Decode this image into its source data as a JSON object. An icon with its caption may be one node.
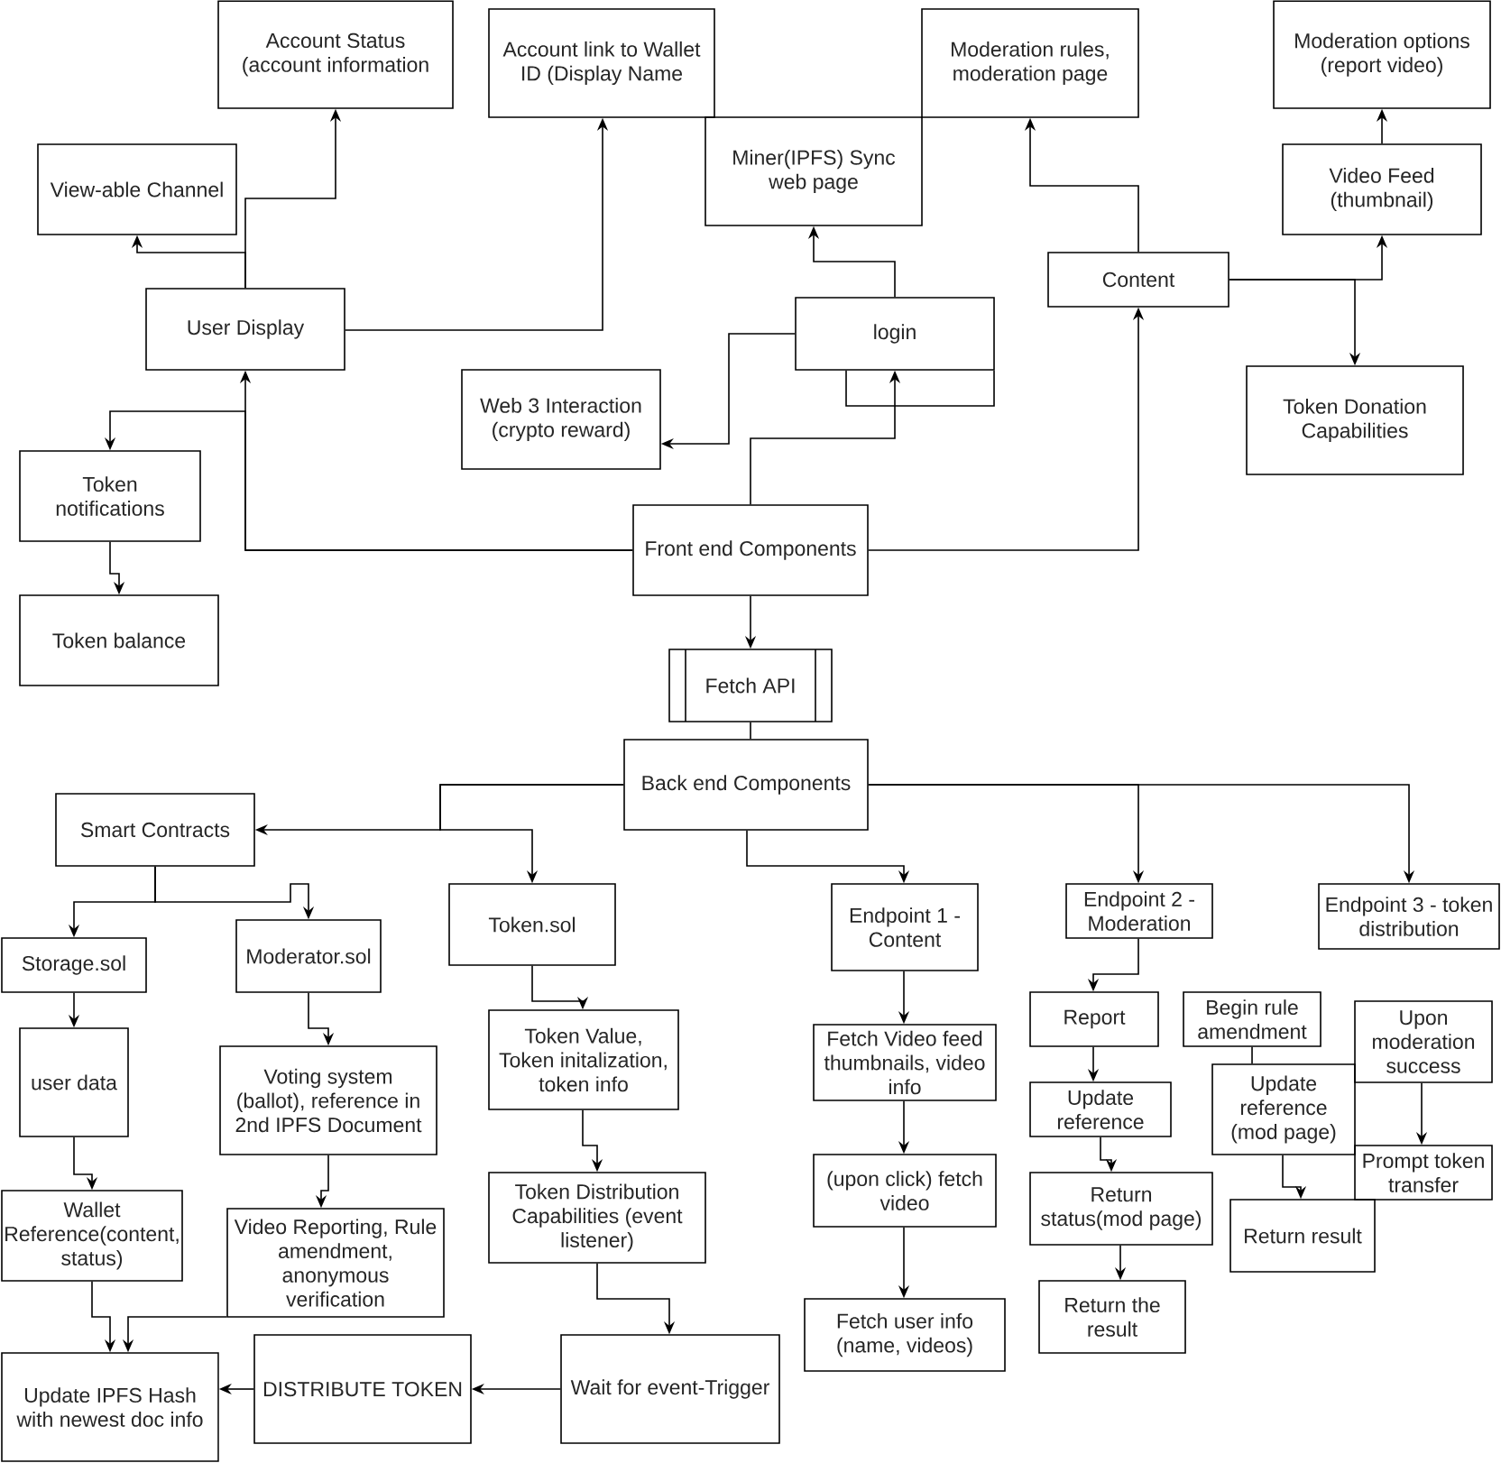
{
  "diagram": {
    "nodes": [
      {
        "text": [
          "Account Status (account information"
        ]
      },
      {
        "text": [
          "Account link to Wallet ID (Display Name"
        ]
      },
      {
        "text": [
          "Moderation rules, moderation page"
        ]
      },
      {
        "text": [
          "Moderation options (report video)"
        ]
      },
      {
        "text": [
          "View-able Channel"
        ]
      },
      {
        "text": [
          "Miner(IPFS) Sync web page"
        ]
      },
      {
        "text": [
          "Video Feed (thumbnail)"
        ]
      },
      {
        "text": [
          "Content"
        ]
      },
      {
        "text": [
          "User Display"
        ]
      },
      {
        "text": [
          "login"
        ]
      },
      {
        "text": [
          "Web 3 Interaction (crypto reward)"
        ]
      },
      {
        "text": [
          "Token Donation Capabilities"
        ]
      },
      {
        "text": [
          "Token notifications"
        ]
      },
      {
        "text": [
          "Front end Components"
        ]
      },
      {
        "text": [
          "Token balance"
        ]
      },
      {
        "text": [
          "Fetch API"
        ]
      },
      {
        "text": [
          "Back end Components"
        ]
      },
      {
        "text": [
          "Smart Contracts"
        ]
      },
      {
        "text": [
          "Token.sol"
        ]
      },
      {
        "text": [
          "Endpoint 1 - Content"
        ]
      },
      {
        "text": [
          "Endpoint 2 - Moderation"
        ]
      },
      {
        "text": [
          "Endpoint 3 - token distribution"
        ]
      },
      {
        "text": [
          "Storage.sol"
        ]
      },
      {
        "text": [
          "Moderator.sol"
        ]
      },
      {
        "text": [
          "Report"
        ]
      },
      {
        "text": [
          "Begin rule amendment"
        ]
      },
      {
        "text": [
          "Upon moderation success"
        ]
      },
      {
        "text": [
          "user data"
        ]
      },
      {
        "text": [
          "Token Value, Token initalization, token info"
        ]
      },
      {
        "text": [
          "Fetch Video feed thumbnails, video info"
        ]
      },
      {
        "text": [
          "Update reference"
        ]
      },
      {
        "text": [
          "Voting system (ballot), reference in 2nd IPFS Document"
        ]
      },
      {
        "text": [
          "Update reference (mod page)"
        ]
      },
      {
        "text": [
          "Prompt token transfer"
        ]
      },
      {
        "text": [
          "Token Distribution Capabilities (event listener)"
        ]
      },
      {
        "text": [
          "(upon click) fetch video"
        ]
      },
      {
        "text": [
          "Return status(mod page)"
        ]
      },
      {
        "text": [
          "Return result"
        ]
      },
      {
        "text": [
          "Wallet Reference(content, status)"
        ]
      },
      {
        "text": [
          "Video Reporting, Rule amendment, anonymous verification"
        ]
      },
      {
        "text": [
          "Return the result"
        ]
      },
      {
        "text": [
          "Fetch user info (name, videos)"
        ]
      },
      {
        "text": [
          "Update IPFS Hash with newest doc info"
        ]
      },
      {
        "text": [
          "DISTRIBUTE TOKEN"
        ]
      },
      {
        "text": [
          "Wait for event-Trigger"
        ]
      }
    ],
    "edges": [
      {
        "from": 8,
        "to": 0,
        "arrow": "to"
      },
      {
        "from": 8,
        "to": 4,
        "arrow": "to"
      },
      {
        "from": 8,
        "to": 1,
        "arrow": "to"
      },
      {
        "from": 13,
        "to": 8,
        "arrow": "to"
      },
      {
        "from": 13,
        "to": 12,
        "arrow": "to"
      },
      {
        "from": 12,
        "to": 14,
        "arrow": "to"
      },
      {
        "from": 13,
        "to": 9,
        "arrow": "to"
      },
      {
        "from": 9,
        "to": 10,
        "arrow": "to"
      },
      {
        "from": 9,
        "to": 5,
        "arrow": "to"
      },
      {
        "from": 13,
        "to": 7,
        "arrow": "to"
      },
      {
        "from": 7,
        "to": 2,
        "arrow": "to"
      },
      {
        "from": 7,
        "to": 6,
        "arrow": "to"
      },
      {
        "from": 7,
        "to": 11,
        "arrow": "to"
      },
      {
        "from": 6,
        "to": 3,
        "arrow": "to"
      },
      {
        "from": 13,
        "to": 15,
        "arrow": "to"
      },
      {
        "from": 15,
        "to": 16,
        "arrow": "none"
      },
      {
        "from": 16,
        "to": 17,
        "arrow": "to"
      },
      {
        "from": 16,
        "to": 18,
        "arrow": "to"
      },
      {
        "from": 16,
        "to": 19,
        "arrow": "to"
      },
      {
        "from": 16,
        "to": 20,
        "arrow": "to"
      },
      {
        "from": 16,
        "to": 21,
        "arrow": "to"
      },
      {
        "from": 17,
        "to": 22,
        "arrow": "to"
      },
      {
        "from": 17,
        "to": 23,
        "arrow": "to"
      },
      {
        "from": 22,
        "to": 27,
        "arrow": "to"
      },
      {
        "from": 27,
        "to": 38,
        "arrow": "to"
      },
      {
        "from": 38,
        "to": 42,
        "arrow": "to"
      },
      {
        "from": 23,
        "to": 31,
        "arrow": "to"
      },
      {
        "from": 31,
        "to": 39,
        "arrow": "to"
      },
      {
        "from": 39,
        "to": 42,
        "arrow": "to"
      },
      {
        "from": 18,
        "to": 28,
        "arrow": "to"
      },
      {
        "from": 28,
        "to": 34,
        "arrow": "to"
      },
      {
        "from": 34,
        "to": 44,
        "arrow": "to"
      },
      {
        "from": 44,
        "to": 43,
        "arrow": "to"
      },
      {
        "from": 43,
        "to": 42,
        "arrow": "to"
      },
      {
        "from": 19,
        "to": 29,
        "arrow": "to"
      },
      {
        "from": 29,
        "to": 35,
        "arrow": "to"
      },
      {
        "from": 35,
        "to": 41,
        "arrow": "to"
      },
      {
        "from": 20,
        "to": 24,
        "arrow": "to"
      },
      {
        "from": 24,
        "to": 30,
        "arrow": "to"
      },
      {
        "from": 30,
        "to": 36,
        "arrow": "to"
      },
      {
        "from": 36,
        "to": 40,
        "arrow": "to"
      },
      {
        "from": 25,
        "to": 32,
        "arrow": "none"
      },
      {
        "from": 32,
        "to": 37,
        "arrow": "to"
      },
      {
        "from": 26,
        "to": 33,
        "arrow": "to"
      },
      {
        "from": 9,
        "to": 9,
        "arrow": "none"
      }
    ]
  }
}
